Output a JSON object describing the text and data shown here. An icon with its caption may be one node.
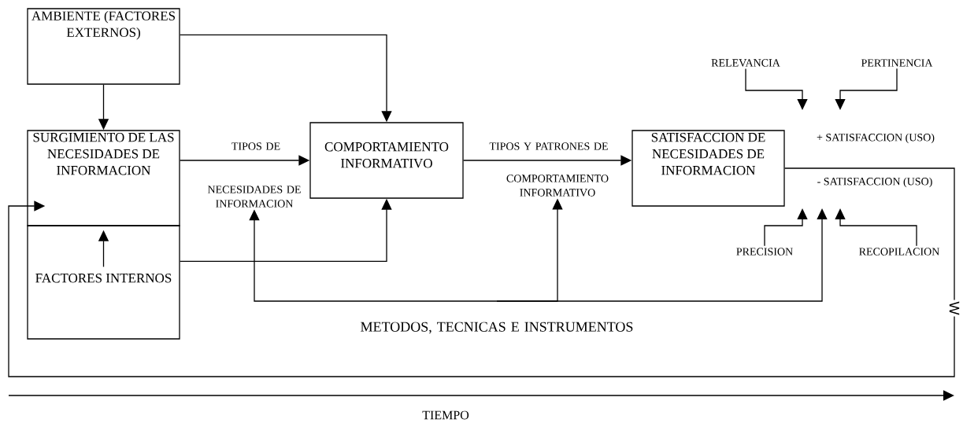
{
  "diagram": {
    "nodes": [
      {
        "text": [
          "AMBIENTE (FACTORES EXTERNOS)"
        ]
      },
      {
        "text": [
          "SURGIMIENTO DE LAS NECESIDADES DE INFORMACION"
        ]
      },
      {
        "text": [
          "FACTORES INTERNOS"
        ]
      },
      {
        "text": [
          "COMPORTAMIENTO INFORMATIVO"
        ]
      },
      {
        "text": [
          "NECESIDADES DE INFORMACION"
        ]
      },
      {
        "text": [
          "COMPORTAMIENTO INFORMATIVO"
        ]
      },
      {
        "text": [
          "RELEVANCIA"
        ]
      },
      {
        "text": [
          "PERTINENCIA"
        ]
      },
      {
        "text": [
          "SATISFACCION DE NECESIDADES DE INFORMACION"
        ]
      },
      {
        "text": [
          "PRECISION"
        ]
      },
      {
        "text": [
          "RECOPILACION"
        ]
      },
      {
        "text": [
          "METODOS, TECNICAS E INSTRUMENTOS"
        ]
      }
    ],
    "edges": [
      {
        "from": 0,
        "to": 1,
        "arrow": "to"
      },
      {
        "from": 0,
        "to": 3,
        "arrow": "to"
      },
      {
        "from": 1,
        "to": 3,
        "arrow": "to",
        "label": "TIPOS DE"
      },
      {
        "from": 2,
        "to": 1,
        "arrow": "to"
      },
      {
        "from": 2,
        "to": 3,
        "arrow": "to"
      },
      {
        "from": 3,
        "to": 8,
        "arrow": "to",
        "label": "TIPOS Y PATRONES DE"
      },
      {
        "from": 11,
        "to": 4,
        "arrow": "to"
      },
      {
        "from": 11,
        "to": 5,
        "arrow": "to"
      },
      {
        "from": 11,
        "to": null,
        "arrow": "to"
      },
      {
        "from": 6,
        "to": null,
        "arrow": "to"
      },
      {
        "from": 7,
        "to": null,
        "arrow": "to"
      },
      {
        "from": 9,
        "to": null,
        "arrow": "to"
      },
      {
        "from": 10,
        "to": null,
        "arrow": "to"
      },
      {
        "from": 8,
        "to": 1,
        "arrow": "to"
      }
    ],
    "labels": [
      "+ SATISFACCION (USO)",
      "- SATISFACCION (USO)",
      "W",
      "TIEMPO"
    ]
  }
}
